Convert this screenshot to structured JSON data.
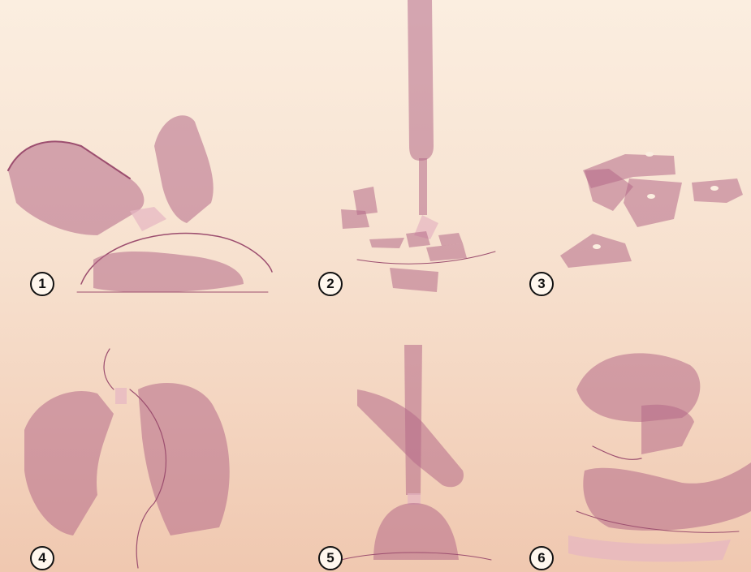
{
  "steps": [
    {
      "number": "1",
      "icon": "hands-breaking-shell-icon"
    },
    {
      "number": "2",
      "icon": "chisel-cutting-pieces-icon"
    },
    {
      "number": "3",
      "icon": "drilled-shell-pieces-icon"
    },
    {
      "number": "4",
      "icon": "hands-threading-bead-icon"
    },
    {
      "number": "5",
      "icon": "grinding-on-stone-icon"
    },
    {
      "number": "6",
      "icon": "hands-rolling-beads-icon"
    }
  ],
  "colors": {
    "ink": "#9c4e6f",
    "background_top": "#fbeee0",
    "background_bottom": "#f0c8b0"
  }
}
